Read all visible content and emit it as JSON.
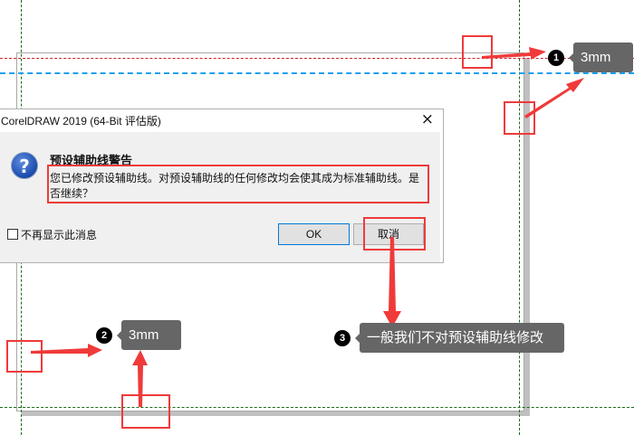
{
  "dialog": {
    "title": "CorelDRAW 2019 (64-Bit 评估版)",
    "close_icon": "×",
    "icon": "question-icon",
    "icon_glyph": "?",
    "heading": "预设辅助线警告",
    "message": "您已修改预设辅助线。对预设辅助线的任何修改均会使其成为标准辅助线。是否继续？",
    "checkbox_label": "不再显示此消息",
    "checkbox_checked": false,
    "ok_label": "OK",
    "cancel_label": "取消"
  },
  "annotations": [
    {
      "number": "1",
      "label": "3mm"
    },
    {
      "number": "2",
      "label": "3mm"
    },
    {
      "number": "3",
      "label": "一般我们不对预设辅助线修改"
    }
  ],
  "colors": {
    "annotation_red": "#f03a3a",
    "tooltip_bg": "#666666",
    "guide_green": "#1a6b1a",
    "guide_red": "#c8202a",
    "guide_blue": "#1ea0ec",
    "dialog_bg": "#f0f0f0",
    "ok_border": "#0078d7"
  }
}
